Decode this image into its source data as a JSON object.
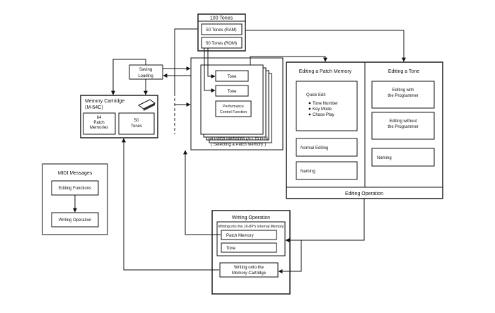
{
  "tones": {
    "title": "100 Tones",
    "ram": "50 Tones (RAM)",
    "rom": "50 Tones (ROM)"
  },
  "saving_loading": [
    "Saving",
    "Loading"
  ],
  "cartridge": {
    "title_lines": [
      "Memory Cartridge",
      "(M-64C)"
    ],
    "patch_lines": [
      "64",
      "Patch",
      "Memories"
    ],
    "tones_lines": [
      "50",
      "Tones"
    ]
  },
  "patch_stack": {
    "tone1": "Tone",
    "tone2": "Tone",
    "perf_lines": [
      "Performance",
      "Control Function"
    ],
    "caption_lines": [
      "64 Patch Memories (A-1 to H-8)",
      "(\"Selecting a Patch Memory\")"
    ]
  },
  "edit_patch": {
    "title": "Editing a Patch Memory",
    "quick_title": "Quick Edit",
    "quick_items": [
      "Tone Number",
      "Key Mode",
      "Chase Play"
    ],
    "normal": "Normal Editing",
    "naming": "Naming"
  },
  "edit_tone": {
    "title": "Editing a Tone",
    "with_lines": [
      "Editing with",
      "the Programmer"
    ],
    "without_lines": [
      "Editing without",
      "the Programmer"
    ],
    "naming": "Naming"
  },
  "editing_operation": "Editing Operation",
  "midi": {
    "title": "MIDI Messages",
    "editing_functions": "Editing Functions",
    "writing_operation": "Writing Operation"
  },
  "writing": {
    "title": "Writing Operation",
    "internal": "Writing into the JX-8P's Internal Memory",
    "patch": "Patch Memory",
    "tone": "Tone",
    "cartridge_lines": [
      "Writing onto the",
      "Memory Cartridge"
    ]
  }
}
